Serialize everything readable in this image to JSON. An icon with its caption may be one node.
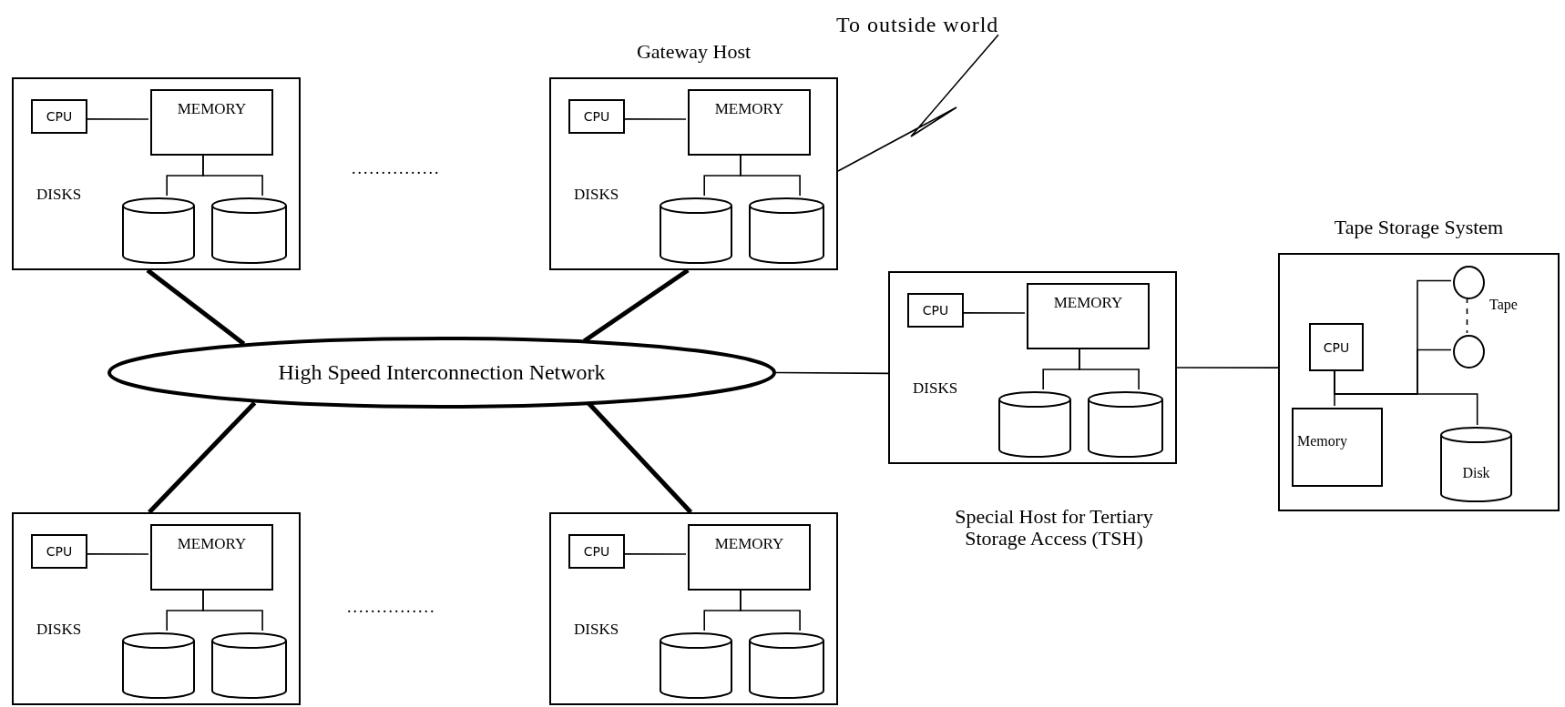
{
  "diagram": {
    "nodes": [
      {
        "text": [
          "DISKS"
        ]
      },
      {
        "text": [
          "CPU"
        ],
        "in": 0
      },
      {
        "text": [
          "MEMORY"
        ],
        "in": 0
      },
      {
        "text": [],
        "shape": "cylinder",
        "in": 0
      },
      {
        "text": [],
        "shape": "cylinder",
        "in": 0
      },
      {
        "text": [
          "Gateway Host",
          "DISKS"
        ]
      },
      {
        "text": [
          "CPU"
        ],
        "in": 5
      },
      {
        "text": [
          "MEMORY"
        ],
        "in": 5
      },
      {
        "text": [],
        "shape": "cylinder",
        "in": 5
      },
      {
        "text": [],
        "shape": "cylinder",
        "in": 5
      },
      {
        "text": [
          "To outside world"
        ]
      },
      {
        "text": [
          "High Speed Interconnection Network"
        ]
      },
      {
        "text": [
          "DISKS",
          "Special Host for Tertiary Storage Access (TSH)"
        ]
      },
      {
        "text": [
          "CPU"
        ],
        "in": 12
      },
      {
        "text": [
          "MEMORY"
        ],
        "in": 12
      },
      {
        "text": [],
        "shape": "cylinder",
        "in": 12
      },
      {
        "text": [],
        "shape": "cylinder",
        "in": 12
      },
      {
        "text": [
          "Tape Storage System"
        ]
      },
      {
        "text": [],
        "shape": "circle",
        "in": 17,
        "beside": [
          "Tape"
        ]
      },
      {
        "text": [],
        "shape": "circle",
        "in": 17
      },
      {
        "text": [
          "CPU"
        ],
        "in": 17
      },
      {
        "text": [
          "Memory"
        ],
        "in": 17
      },
      {
        "text": [
          "Disk"
        ],
        "in": 17
      },
      {
        "text": [
          "DISKS"
        ]
      },
      {
        "text": [
          "CPU"
        ],
        "in": 23
      },
      {
        "text": [
          "MEMORY"
        ],
        "in": 23
      },
      {
        "text": [],
        "shape": "cylinder",
        "in": 23
      },
      {
        "text": [],
        "shape": "cylinder",
        "in": 23
      },
      {
        "text": [
          "DISKS"
        ]
      },
      {
        "text": [
          "CPU"
        ],
        "in": 28
      },
      {
        "text": [
          "MEMORY"
        ],
        "in": 28
      },
      {
        "text": [],
        "shape": "cylinder",
        "in": 28
      },
      {
        "text": [],
        "shape": "cylinder",
        "in": 28
      }
    ],
    "edges": [
      {
        "from": 1,
        "to": 2,
        "arrow": "none"
      },
      {
        "from": 2,
        "to": 3,
        "arrow": "none"
      },
      {
        "from": 2,
        "to": 4,
        "arrow": "none"
      },
      {
        "from": 6,
        "to": 7,
        "arrow": "none"
      },
      {
        "from": 7,
        "to": 8,
        "arrow": "none"
      },
      {
        "from": 7,
        "to": 9,
        "arrow": "none"
      },
      {
        "from": 13,
        "to": 14,
        "arrow": "none"
      },
      {
        "from": 14,
        "to": 15,
        "arrow": "none"
      },
      {
        "from": 14,
        "to": 16,
        "arrow": "none"
      },
      {
        "from": 24,
        "to": 25,
        "arrow": "none"
      },
      {
        "from": 25,
        "to": 26,
        "arrow": "none"
      },
      {
        "from": 25,
        "to": 27,
        "arrow": "none"
      },
      {
        "from": 29,
        "to": 30,
        "arrow": "none"
      },
      {
        "from": 30,
        "to": 31,
        "arrow": "none"
      },
      {
        "from": 30,
        "to": 32,
        "arrow": "none"
      },
      {
        "from": 0,
        "to": 11,
        "arrow": "none",
        "style": "thick"
      },
      {
        "from": 5,
        "to": 11,
        "arrow": "none",
        "style": "thick"
      },
      {
        "from": 5,
        "to": 10,
        "arrow": "none"
      },
      {
        "from": 11,
        "to": 12,
        "arrow": "none"
      },
      {
        "from": 12,
        "to": 17,
        "arrow": "none"
      },
      {
        "from": 11,
        "to": 23,
        "arrow": "none",
        "style": "thick"
      },
      {
        "from": 11,
        "to": 28,
        "arrow": "none",
        "style": "thick"
      },
      {
        "from": 20,
        "to": 21,
        "arrow": "none"
      },
      {
        "from": 20,
        "to": 22,
        "arrow": "none"
      },
      {
        "from": 20,
        "to": 18,
        "arrow": "none"
      },
      {
        "from": 20,
        "to": 19,
        "arrow": "none"
      },
      {
        "from": 18,
        "to": 19,
        "arrow": "none",
        "style": "dashed"
      }
    ],
    "labels": [
      "...............",
      "..............."
    ]
  }
}
